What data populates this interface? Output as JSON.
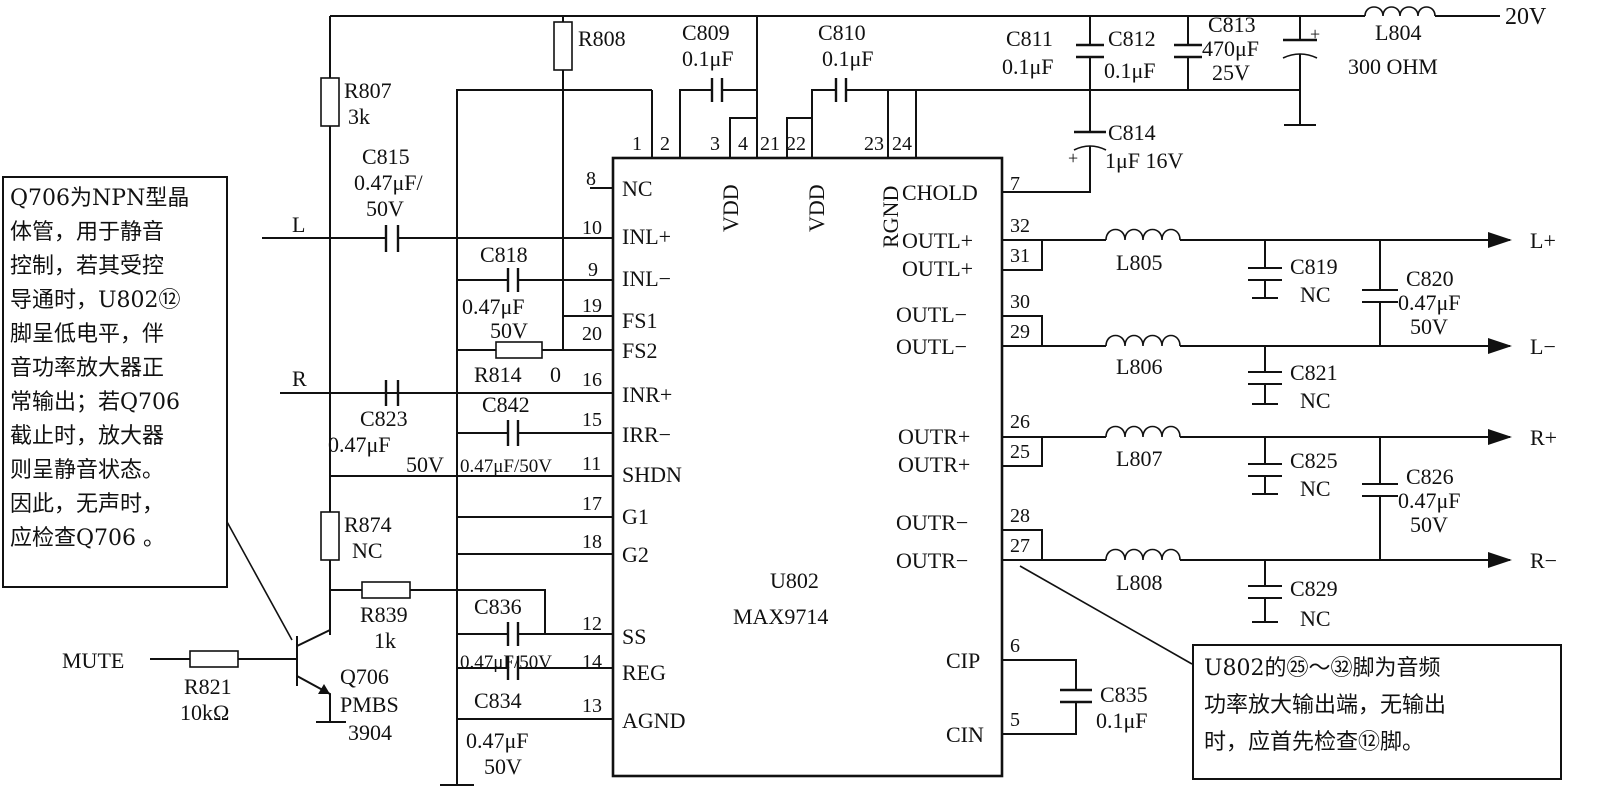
{
  "power": {
    "supply": "20V"
  },
  "chip": {
    "ref": "U802",
    "part": "MAX9714"
  },
  "pins": {
    "p1": "1",
    "p2": "2",
    "p3": "3",
    "p4": "4",
    "p21": "21",
    "p22": "22",
    "p23": "23",
    "p24": "24",
    "p8": "8",
    "p10": "10",
    "p9": "9",
    "p19": "19",
    "p20": "20",
    "p16": "16",
    "p15": "15",
    "p11": "11",
    "p17": "17",
    "p18": "18",
    "p12": "12",
    "p14": "14",
    "p13": "13",
    "p7": "7",
    "p32": "32",
    "p31": "31",
    "p30": "30",
    "p29": "29",
    "p26": "26",
    "p25": "25",
    "p28": "28",
    "p27": "27",
    "p6": "6",
    "p5": "5"
  },
  "pin_names": {
    "nc": "NC",
    "inl_p": "INL+",
    "inl_m": "INL−",
    "fs1": "FS1",
    "fs2": "FS2",
    "inr_p": "INR+",
    "irr_m": "IRR−",
    "shdn": "SHDN",
    "g1": "G1",
    "g2": "G2",
    "ss": "SS",
    "reg": "REG",
    "agnd": "AGND",
    "vdd_a": "VDD",
    "vdd_b": "VDD",
    "rgnd": "RGND",
    "chold": "CHOLD",
    "outl_p1": "OUTL+",
    "outl_p2": "OUTL+",
    "outl_m1": "OUTL−",
    "outl_m2": "OUTL−",
    "outr_p1": "OUTR+",
    "outr_p2": "OUTR+",
    "outr_m1": "OUTR−",
    "outr_m2": "OUTR−",
    "cip": "CIP",
    "cin": "CIN"
  },
  "components": {
    "r808": "R808",
    "r807": "R807",
    "r807_val": "3k",
    "c809": "C809",
    "c809_val": "0.1μF",
    "c810": "C810",
    "c810_val": "0.1μF",
    "c811": "C811",
    "c811_val": "0.1μF",
    "c812": "C812",
    "c812_val": "0.1μF",
    "c813": "C813",
    "c813_val": "470μF",
    "c813_v": "25V",
    "l804": "L804",
    "l804_val": "300 OHM",
    "c814": "C814",
    "c814_val": "1μF 16V",
    "c815": "C815",
    "c815_val": "0.47μF/",
    "c815_v": "50V",
    "c818": "C818",
    "c818_val": "0.47μF",
    "c818_v": "50V",
    "r814": "R814",
    "r814_val": "0",
    "c823": "C823",
    "c823_val": "0.47μF",
    "c823_v": "50V",
    "c842": "C842",
    "c842_val": "0.47μF/50V",
    "r874": "R874",
    "r874_val": "NC",
    "r839": "R839",
    "r839_val": "1k",
    "c836": "C836",
    "c836_val": "0.47μF/50V",
    "c834": "C834",
    "c834_val": "0.47μF",
    "c834_v": "50V",
    "r821": "R821",
    "r821_val": "10kΩ",
    "q706": "Q706",
    "q706_a": "PMBS",
    "q706_b": "3904",
    "c835": "C835",
    "c835_val": "0.1μF",
    "l805": "L805",
    "l806": "L806",
    "l807": "L807",
    "l808": "L808",
    "c819": "C819",
    "c819_val": "NC",
    "c821": "C821",
    "c821_val": "NC",
    "c825": "C825",
    "c825_val": "NC",
    "c829": "C829",
    "c829_val": "NC",
    "c820": "C820",
    "c820_val": "0.47μF",
    "c820_v": "50V",
    "c826": "C826",
    "c826_val": "0.47μF",
    "c826_v": "50V"
  },
  "signals": {
    "in_l": "L",
    "in_r": "R",
    "mute": "MUTE",
    "out_lp": "L+",
    "out_lm": "L−",
    "out_rp": "R+",
    "out_rm": "R−"
  },
  "notes": {
    "left": "Q706为NPN型晶\n体管，用于静音\n控制，若其受控\n导通时，U802⑫\n脚呈低电平，伴\n音功率放大器正\n常输出；若Q706\n截止时，放大器\n则呈静音状态。\n因此，无声时，\n应检查Q706 。",
    "right": "U802的㉕～㉜脚为音频\n功率放大输出端，无输出\n时，应首先检查⑫脚。"
  }
}
